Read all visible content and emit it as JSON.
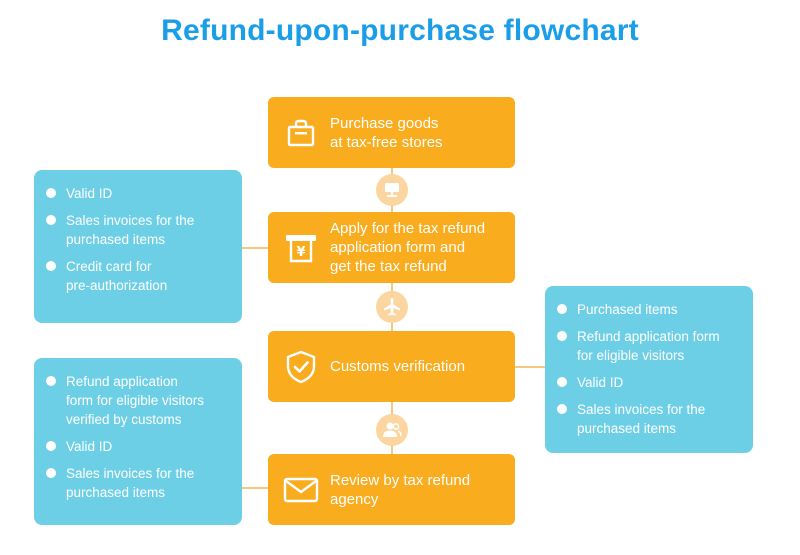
{
  "title": "Refund-upon-purchase flowchart",
  "colors": {
    "title": "#1a9ee8",
    "step": "#f8ac1e",
    "connector": "#f7c77f",
    "info_box": "#6dcfe6"
  },
  "steps": [
    {
      "label": "Purchase goods\nat tax-free stores",
      "icon": "shopping-bag-icon"
    },
    {
      "label": "Apply for the tax refund\napplication form and\nget the tax refund",
      "icon": "tax-refund-machine-icon"
    },
    {
      "label": "Customs verification",
      "icon": "shield-check-icon"
    },
    {
      "label": "Review by tax refund\nagency",
      "icon": "envelope-icon"
    }
  ],
  "connector_icons": [
    "computer-icon",
    "airplane-icon",
    "people-icon"
  ],
  "info_boxes": [
    {
      "items": [
        "Valid ID",
        "Sales invoices for the\npurchased items",
        "Credit card for\npre-authorization"
      ]
    },
    {
      "items": [
        "Purchased items",
        "Refund application form\nfor eligible visitors",
        "Valid ID",
        "Sales invoices for the\npurchased items"
      ]
    },
    {
      "items": [
        "Refund application\nform for eligible visitors\nverified by customs",
        "Valid ID",
        "Sales invoices for the\npurchased items"
      ]
    }
  ]
}
